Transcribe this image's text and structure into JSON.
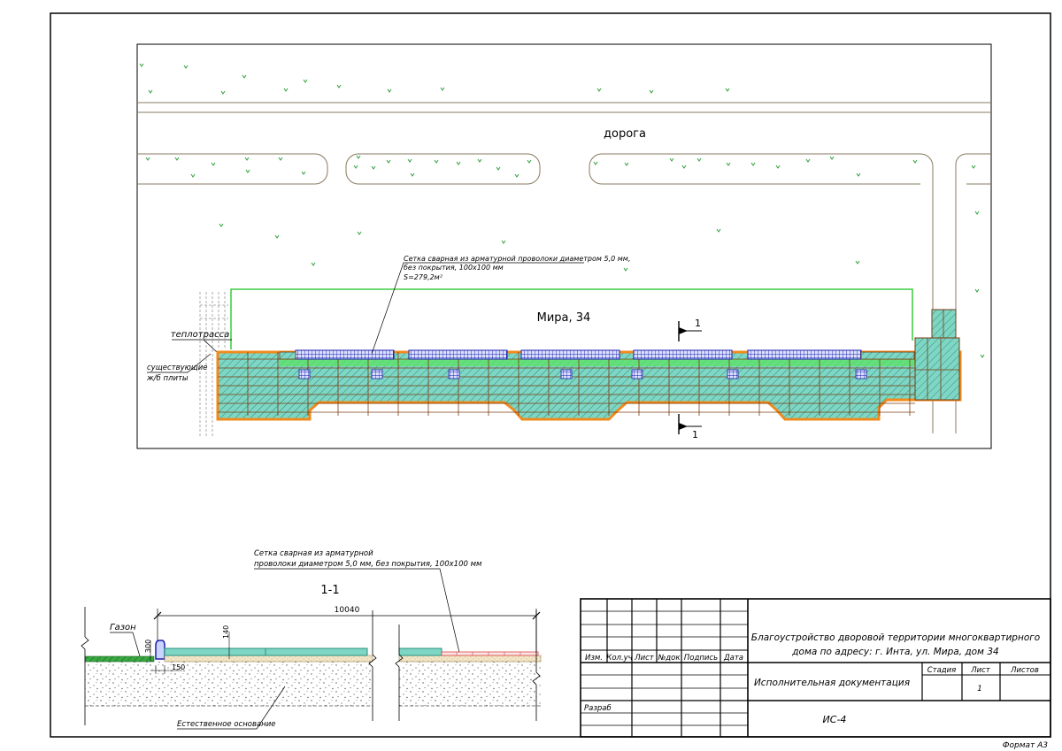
{
  "plan": {
    "road_label": "дорога",
    "building_label": "Мира, 34",
    "heat_main_label": "теплотрасса",
    "existing_slabs_line1": "существующие",
    "existing_slabs_line2": "ж/б плиты",
    "mesh_note_line1": "Сетка сварная из арматурной проволоки диаметром 5,0 мм,",
    "mesh_note_line2": "без покрытия, 100х100 мм",
    "mesh_area": "S=279,2м²",
    "section_mark": "1"
  },
  "section": {
    "title": "1-1",
    "mesh_note_line1": "Сетка сварная из арматурной",
    "mesh_note_line2": "проволоки диаметром 5,0 мм, без покрытия, 100х100 мм",
    "dim_length": "10040",
    "dim_thickness": "140",
    "dim_curb_height": "300",
    "dim_curb_width": "150",
    "lawn_label": "Газон",
    "natural_base_label": "Естественное основание"
  },
  "title_block": {
    "project_title_line1": "Благоустройство дворовой территории многоквартирного",
    "project_title_line2": "дома по адресу: г. Инта, ул. Мира, дом 34",
    "headers": [
      "Изм.",
      "Кол.уч",
      "Лист",
      "№док",
      "Подпись",
      "Дата"
    ],
    "developed_label": "Разраб",
    "doc_type": "Исполнительная документация",
    "stage_label": "Стадия",
    "sheet_label": "Лист",
    "sheets_label": "Листов",
    "sheet_number": "1",
    "code": "ИС-4"
  },
  "format_label": "Формат А3",
  "colors": {
    "slab_fill": "#7fd6c4",
    "slab_hatch": "#2a8f7e",
    "slab_line": "#7a3b10",
    "mesh_fill": "#c9d4ff",
    "mesh_line": "#1f1fa8",
    "curb": "#f08a1c",
    "green": "#19c21e",
    "grass": "#2e9e3a",
    "road_line": "#8a7a60"
  }
}
